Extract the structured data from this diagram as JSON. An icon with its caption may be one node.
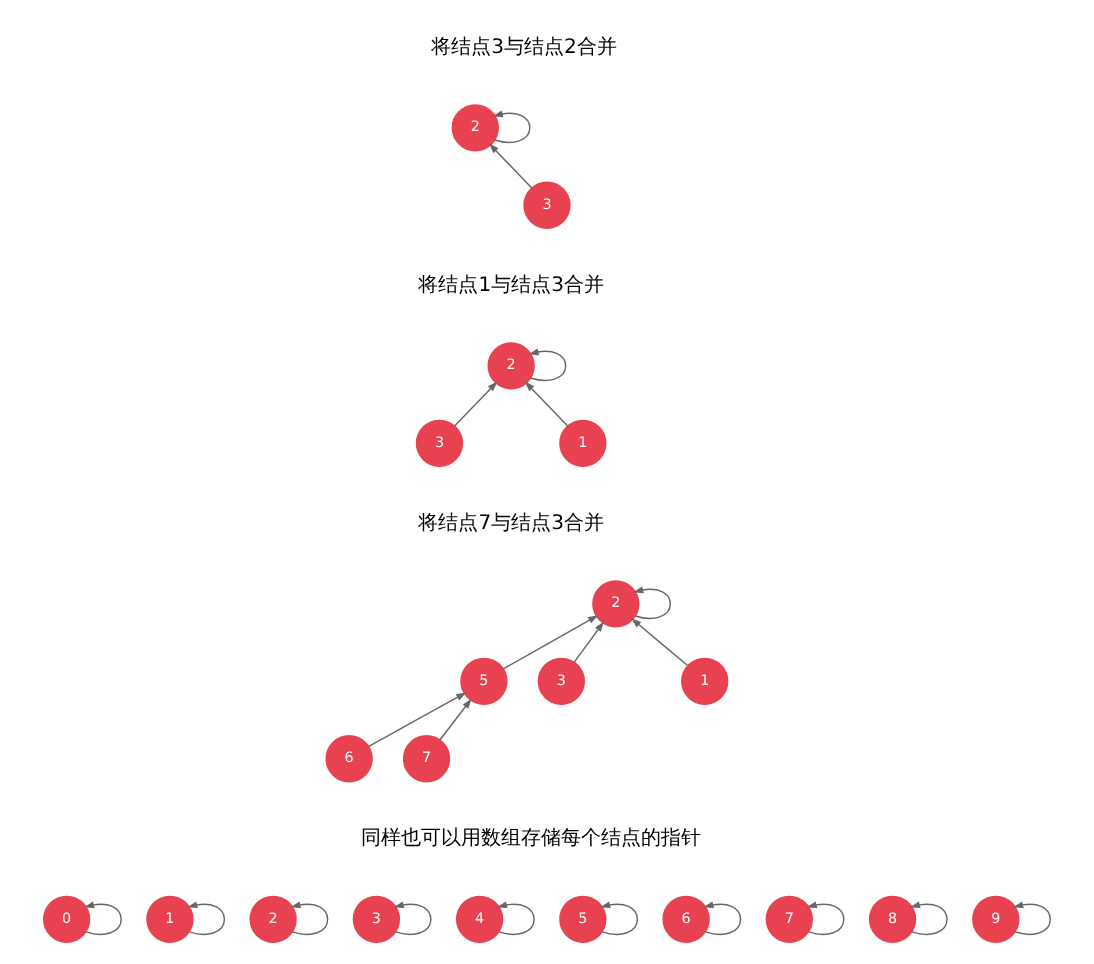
{
  "diagram": {
    "nodes": [
      {
        "text": [
          "2"
        ]
      },
      {
        "text": [
          "3"
        ]
      },
      {
        "text": [
          "2"
        ]
      },
      {
        "text": [
          "3"
        ]
      },
      {
        "text": [
          "1"
        ]
      },
      {
        "text": [
          "2"
        ]
      },
      {
        "text": [
          "5"
        ]
      },
      {
        "text": [
          "6"
        ]
      },
      {
        "text": [
          "7"
        ]
      },
      {
        "text": [
          "3"
        ]
      },
      {
        "text": [
          "1"
        ]
      },
      {
        "text": [
          "0"
        ]
      },
      {
        "text": [
          "1"
        ]
      },
      {
        "text": [
          "2"
        ]
      },
      {
        "text": [
          "3"
        ]
      },
      {
        "text": [
          "4"
        ]
      },
      {
        "text": [
          "5"
        ]
      },
      {
        "text": [
          "6"
        ]
      },
      {
        "text": [
          "7"
        ]
      },
      {
        "text": [
          "8"
        ]
      },
      {
        "text": [
          "9"
        ]
      }
    ],
    "edges": [
      {
        "from": 0,
        "to": 0,
        "arrow": "to"
      },
      {
        "from": 1,
        "to": 0,
        "arrow": "to"
      },
      {
        "from": 2,
        "to": 2,
        "arrow": "to"
      },
      {
        "from": 3,
        "to": 2,
        "arrow": "to"
      },
      {
        "from": 4,
        "to": 2,
        "arrow": "to"
      },
      {
        "from": 5,
        "to": 5,
        "arrow": "to"
      },
      {
        "from": 6,
        "to": 5,
        "arrow": "to"
      },
      {
        "from": 7,
        "to": 6,
        "arrow": "to"
      },
      {
        "from": 8,
        "to": 6,
        "arrow": "to"
      },
      {
        "from": 9,
        "to": 5,
        "arrow": "to"
      },
      {
        "from": 10,
        "to": 5,
        "arrow": "to"
      },
      {
        "from": 11,
        "to": 11,
        "arrow": "to"
      },
      {
        "from": 12,
        "to": 12,
        "arrow": "to"
      },
      {
        "from": 13,
        "to": 13,
        "arrow": "to"
      },
      {
        "from": 14,
        "to": 14,
        "arrow": "to"
      },
      {
        "from": 15,
        "to": 15,
        "arrow": "to"
      },
      {
        "from": 16,
        "to": 16,
        "arrow": "to"
      },
      {
        "from": 17,
        "to": 17,
        "arrow": "to"
      },
      {
        "from": 18,
        "to": 18,
        "arrow": "to"
      },
      {
        "from": 19,
        "to": 19,
        "arrow": "to"
      },
      {
        "from": 20,
        "to": 20,
        "arrow": "to"
      }
    ],
    "labels": [
      "将结点3与结点2合并",
      "将结点1与结点3合并",
      "将结点7与结点3合并",
      "同样也可以用数组存储每个结点的指针"
    ]
  }
}
